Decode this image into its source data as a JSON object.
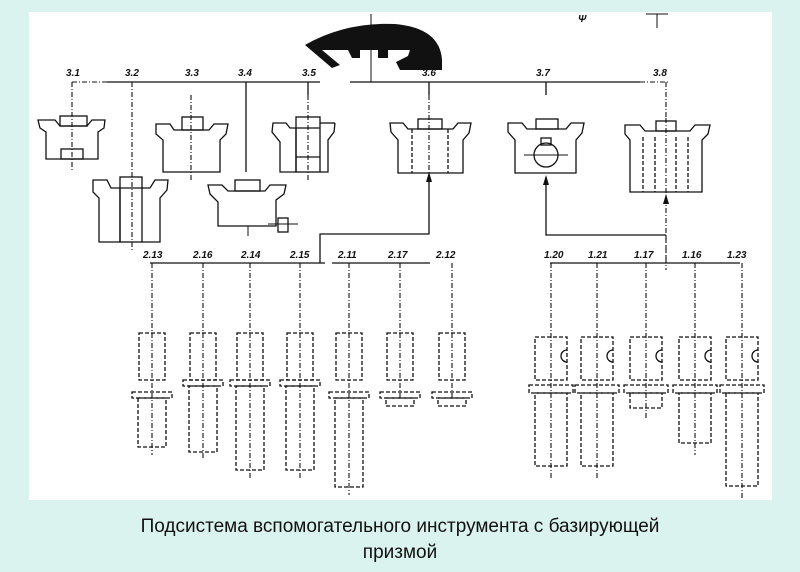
{
  "caption": {
    "line1": "Подсистема вспомогательного инструмента с базирующей",
    "line2": "призмой"
  },
  "diagram": {
    "top_level_labels": [
      "3.1",
      "3.2",
      "3.3",
      "3.4",
      "3.5",
      "3.6",
      "3.7",
      "3.8"
    ],
    "left_tool_labels": [
      "2.13",
      "2.16",
      "2.14",
      "2.15",
      "2.11",
      "2.17",
      "2.12"
    ],
    "right_tool_labels": [
      "1.20",
      "1.21",
      "1.17",
      "1.16",
      "1.23"
    ],
    "colors": {
      "background": "#dbf3ef",
      "panel": "#ffffff",
      "ink": "#111111"
    }
  }
}
